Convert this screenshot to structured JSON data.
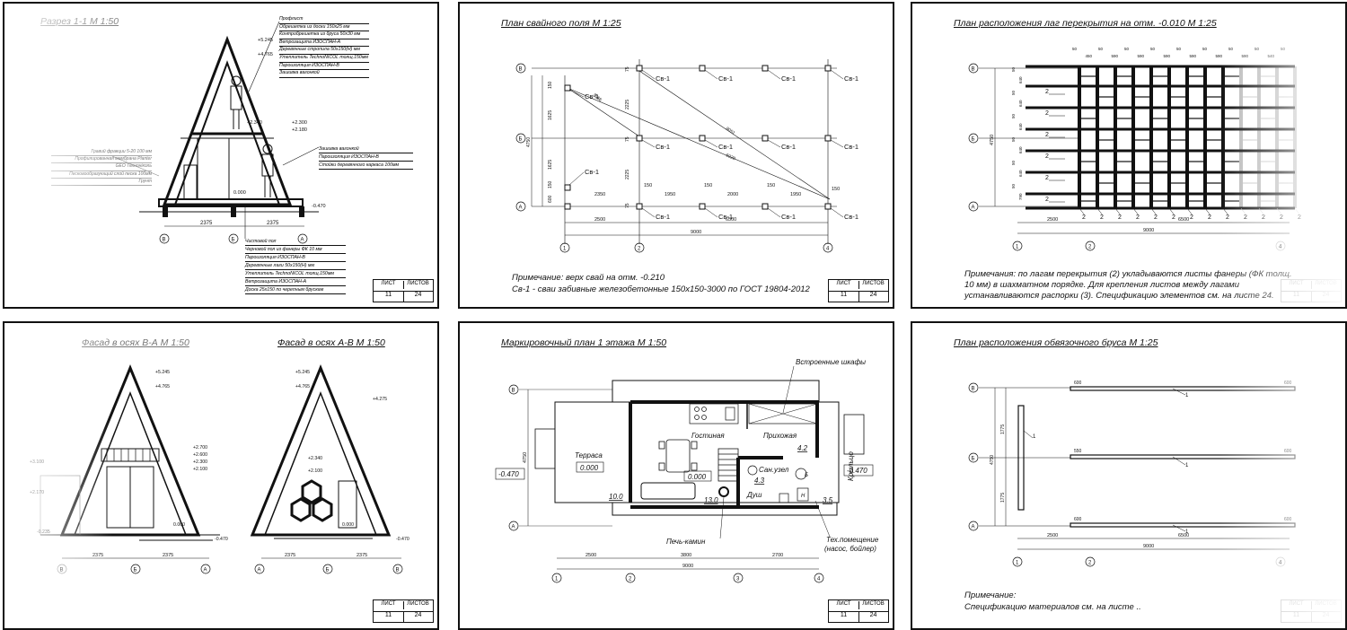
{
  "titleblock": {
    "sheet_label": "ЛИСТ",
    "sheets_label": "ЛИСТОВ",
    "sheet_no": "11",
    "sheets_total": "24"
  },
  "s1": {
    "title": "Разрез 1-1  М 1:50",
    "roof_layers": [
      "Профлист",
      "Обрешетка из доски 150х25 мм",
      "Контробрешетка из бруса 50х30 мм",
      "Ветрозащита ИЗОСПАН-А",
      "Деревянные стропила 50х150(Н) мм",
      "Утеплитель TechnoNICOL толщ.150мм",
      "Пароизоляция ИЗОСПАН-В",
      "Зашивка вагонкой"
    ],
    "wall_layers": [
      "Зашивка вагонкой",
      "Пароизоляция ИЗОСПАН-В",
      "Стойки деревянного каркаса 100мм"
    ],
    "floor_layers": [
      "Чистовой пол",
      "Черновой пол из фанеры ФК 10 мм",
      "Пароизоляция ИЗОСПАН-В",
      "Деревянные лаги 50х150(Н) мм",
      "Утеплитель TechnoNICOL толщ.150мм",
      "Ветрозащита ИЗОСПАН-А",
      "Доска 25х150 по черепным брускам"
    ],
    "ground_layers": [
      "Гравий фракции 5-20  100 мм",
      "Профилированная мембрана Planter",
      "GEO Техноніколь",
      "Песковообразующий слой песка  100мм",
      "Грунт"
    ],
    "levels": [
      "+5.245",
      "+4.765",
      "+2.340",
      "+2.300",
      "+2.180",
      "0.000",
      "-0.470"
    ],
    "dims": [
      "2375",
      "2375"
    ],
    "axes": [
      "В",
      "Б",
      "А"
    ]
  },
  "s2": {
    "title": "План свайного поля  М 1:25",
    "pile": "Св-1",
    "axes_rows": [
      "В",
      "Б",
      "А"
    ],
    "axes_cols": [
      "1",
      "2",
      "4"
    ],
    "dims_bottom": [
      "2500",
      "6500",
      "9000"
    ],
    "dims_inner": [
      "2350",
      "1950",
      "150",
      "2000",
      "150",
      "1950",
      "150",
      "150"
    ],
    "dims_left": [
      "150",
      "1625",
      "1625",
      "150",
      "600",
      "4750"
    ],
    "dims_mid": [
      "75",
      "2225",
      "75",
      "2225",
      "75",
      "3066",
      "8051",
      "6920"
    ],
    "note1": "Примечание: верх свай на отм. -0.210",
    "note2": "Св-1 - сваи забивные железобетонные 150х150-3000 по ГОСТ 19804-2012"
  },
  "s3": {
    "title": "План расположения лаг перекрытия на отм. -0.010  М 1:25",
    "top_dims": [
      "50",
      "450",
      "50",
      "590",
      "50",
      "590",
      "50",
      "590",
      "50",
      "590",
      "50",
      "590",
      "50",
      "590",
      "50",
      "540",
      "50"
    ],
    "left_dims": [
      "50",
      "640",
      "50",
      "640",
      "50",
      "640",
      "50",
      "640",
      "50",
      "640",
      "50",
      "790"
    ],
    "mark": "2",
    "axes_rows": [
      "В",
      "Б",
      "А"
    ],
    "axes_cols": [
      "1",
      "2",
      "4"
    ],
    "dims_bottom": [
      "2500",
      "6500",
      "9000"
    ],
    "dim_left": "4750",
    "note": "Примечания: по лагам перекрытия (2) укладываются листы фанеры (ФК толщ. 10 мм) в шахматном порядке. Для крепления листов между лагами устанавливаются распорки (3). Спецификацию элементов см. на листе 24."
  },
  "s4": {
    "title_left": "Фасад в осях В-А  М 1:50",
    "title_right": "Фасад в осях А-В  М 1:50",
    "levels_left": [
      "+5.245",
      "+4.765",
      "+2.700",
      "+2.600",
      "+2.300",
      "+2.100",
      "+3.100",
      "+2.170",
      "0.000",
      "-0.470",
      "-0.235"
    ],
    "levels_right": [
      "+5.245",
      "+4.765",
      "+4.275",
      "+2.340",
      "+2.100",
      "0.000",
      "-0.470"
    ],
    "dims": [
      "2375",
      "2375"
    ],
    "axes_left": [
      "В",
      "Б",
      "А"
    ],
    "axes_right": [
      "А",
      "Б",
      "В"
    ]
  },
  "s5": {
    "title": "Маркировочный план 1 этажа  М 1:50",
    "rooms": {
      "terrace": "Терраса",
      "living": "Гостиная",
      "hall": "Прихожая",
      "bath": "Сан.узел",
      "shower": "Душ",
      "porch": "Крыльцо",
      "closets": "Встроенные шкафы",
      "fireplace": "Печь-камин",
      "tech": "Тех.помещение",
      "tech2": "(насос, бойлер)"
    },
    "levels": [
      "0.000",
      "0.000",
      "-0.470",
      "-0.470"
    ],
    "areas": [
      "10.0",
      "13.0",
      "4.2",
      "4.3",
      "3.5"
    ],
    "marks": [
      "Б",
      "Н"
    ],
    "dims_bottom": [
      "2500",
      "3800",
      "2700",
      "9000"
    ],
    "dim_left": "4750",
    "axes_rows": [
      "В",
      "А"
    ],
    "axes_cols": [
      "1",
      "2",
      "3",
      "4"
    ]
  },
  "s6": {
    "title": "План расположения обвязочного бруса  М 1:25",
    "mark": "1",
    "dims_top": [
      "600",
      "550",
      "600",
      "600",
      "600",
      "600"
    ],
    "dims_left": [
      "1775",
      "1775",
      "4750"
    ],
    "dims_bottom": [
      "2500",
      "6500",
      "9000"
    ],
    "axes_rows": [
      "В",
      "Б",
      "А"
    ],
    "axes_cols": [
      "1",
      "2",
      "4"
    ],
    "note1": "Примечание:",
    "note2": "Спецификацию материалов см. на листе .."
  }
}
